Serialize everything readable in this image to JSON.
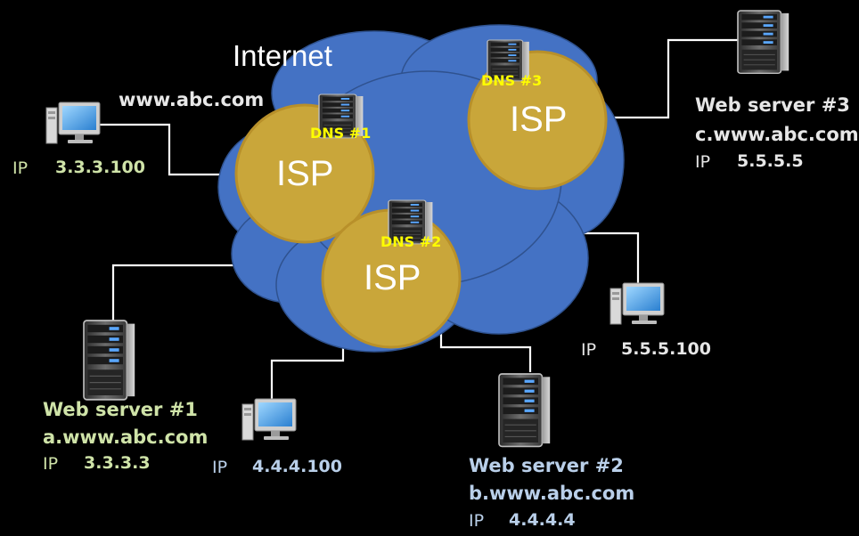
{
  "internet_label": "Internet",
  "domain_label": "www.abc.com",
  "isp": [
    {
      "label": "ISP",
      "dns_label": "DNS #1"
    },
    {
      "label": "ISP",
      "dns_label": "DNS #2"
    },
    {
      "label": "ISP",
      "dns_label": "DNS #3"
    }
  ],
  "clients": [
    {
      "ip_label": "IP",
      "ip": "3.3.3.100"
    },
    {
      "ip_label": "IP",
      "ip": "4.4.4.100"
    },
    {
      "ip_label": "IP",
      "ip": "5.5.5.100"
    }
  ],
  "web_servers": [
    {
      "name": "Web server #1",
      "host": "a.www.abc.com",
      "ip_label": "IP",
      "ip": "3.3.3.3"
    },
    {
      "name": "Web server #2",
      "host": "b.www.abc.com",
      "ip_label": "IP",
      "ip": "4.4.4.4"
    },
    {
      "name": "Web server #3",
      "host": "c.www.abc.com",
      "ip_label": "IP",
      "ip": "5.5.5.5"
    }
  ],
  "colors": {
    "background": "#000000",
    "cloud": "#4472c4",
    "isp_fill": "#c9a63a",
    "dns_label": "#ffff00",
    "lines": "#ffffff",
    "text_green": "#cfe3a8",
    "text_blue": "#b9cfe9"
  },
  "icons": [
    "server-icon",
    "desktop-computer-icon"
  ]
}
